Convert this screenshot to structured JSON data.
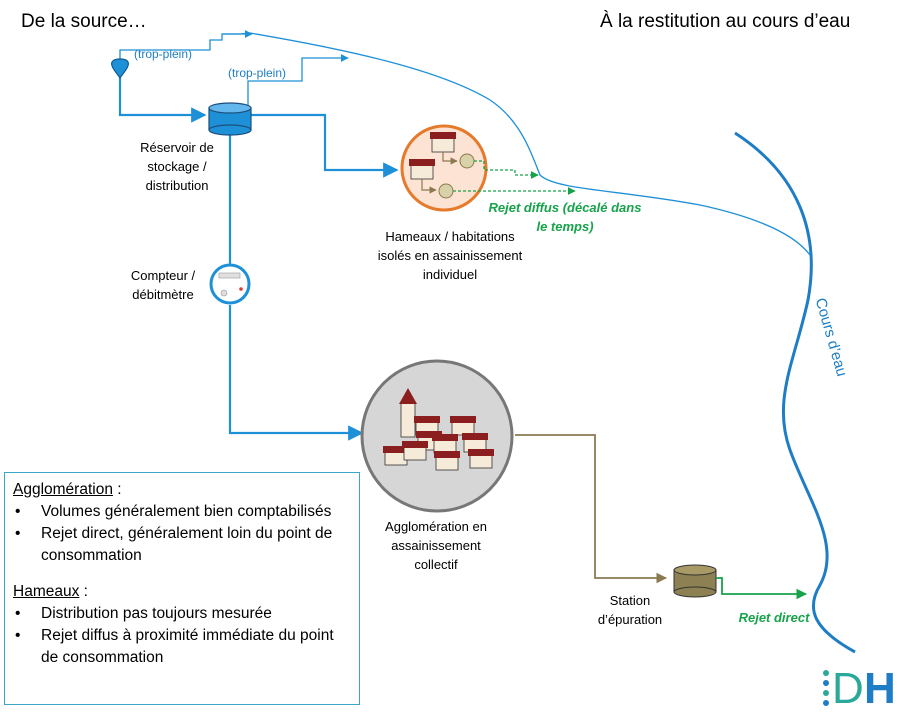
{
  "header": {
    "left_title": "De la source…",
    "right_title": "À la restitution au cours d’eau"
  },
  "labels": {
    "overflow_1": "(trop-plein)",
    "overflow_2": "(trop-plein)",
    "reservoir": [
      "Réservoir de",
      "stockage /",
      "distribution"
    ],
    "meter": [
      "Compteur /",
      "débitmètre"
    ],
    "hamlets": [
      "Hameaux / habitations",
      "isolés en assainissement",
      "individuel"
    ],
    "diffuse_discharge": [
      "Rejet diffus (décalé dans",
      "le temps)"
    ],
    "agglomeration": [
      "Agglomération en",
      "assainissement",
      "collectif"
    ],
    "wwtp": [
      "Station",
      "d’épuration"
    ],
    "direct_discharge": "Rejet direct",
    "river": "Cours d’eau"
  },
  "infobox": {
    "agglo_title": "Agglomération",
    "agglo_suffix": " :",
    "agglo_items": [
      "Volumes généralement bien comptabilisés",
      "Rejet direct, généralement loin du point de consommation"
    ],
    "hameaux_title": "Hameaux",
    "hameaux_suffix": " :",
    "hameaux_items": [
      "Distribution pas toujours mesurée",
      "Rejet diffus à proximité immédiate du point de consommation"
    ]
  },
  "logo": {
    "text": "DH",
    "colors": {
      "d": "#2aa89a",
      "h": "#1e7dc4"
    }
  },
  "colors": {
    "pipe": "#1e90d8",
    "river": "#1e7dc4",
    "hamlet_ring": "#e57a2a",
    "hamlet_fill": "#fde3d3",
    "agglo_ring": "#777777",
    "agglo_fill": "#d6d6d6",
    "wastewater": "#8a7a50",
    "green": "#16a34a"
  }
}
